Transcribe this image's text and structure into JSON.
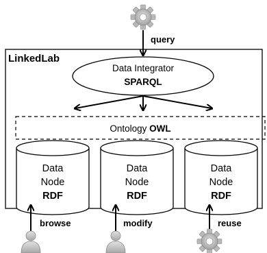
{
  "system": {
    "title": "LinkedLab"
  },
  "integrator": {
    "line1": "Data Integrator",
    "line2": "SPARQL"
  },
  "ontology": {
    "prefix": "Ontology ",
    "highlight": "OWL"
  },
  "nodes": [
    {
      "line1": "Data",
      "line2": "Node",
      "line3": "RDF"
    },
    {
      "line1": "Data",
      "line2": "Node",
      "line3": "RDF"
    },
    {
      "line1": "Data",
      "line2": "Node",
      "line3": "RDF"
    }
  ],
  "actors": {
    "query": {
      "label": "query",
      "icon": "gear-icon"
    },
    "browse": {
      "label": "browse",
      "icon": "user-icon"
    },
    "modify": {
      "label": "modify",
      "icon": "user-icon"
    },
    "reuse": {
      "label": "reuse",
      "icon": "gear-icon"
    }
  },
  "colors": {
    "gear": "#b9b9b9",
    "person": "#c9c9c9",
    "stroke": "#000000"
  }
}
